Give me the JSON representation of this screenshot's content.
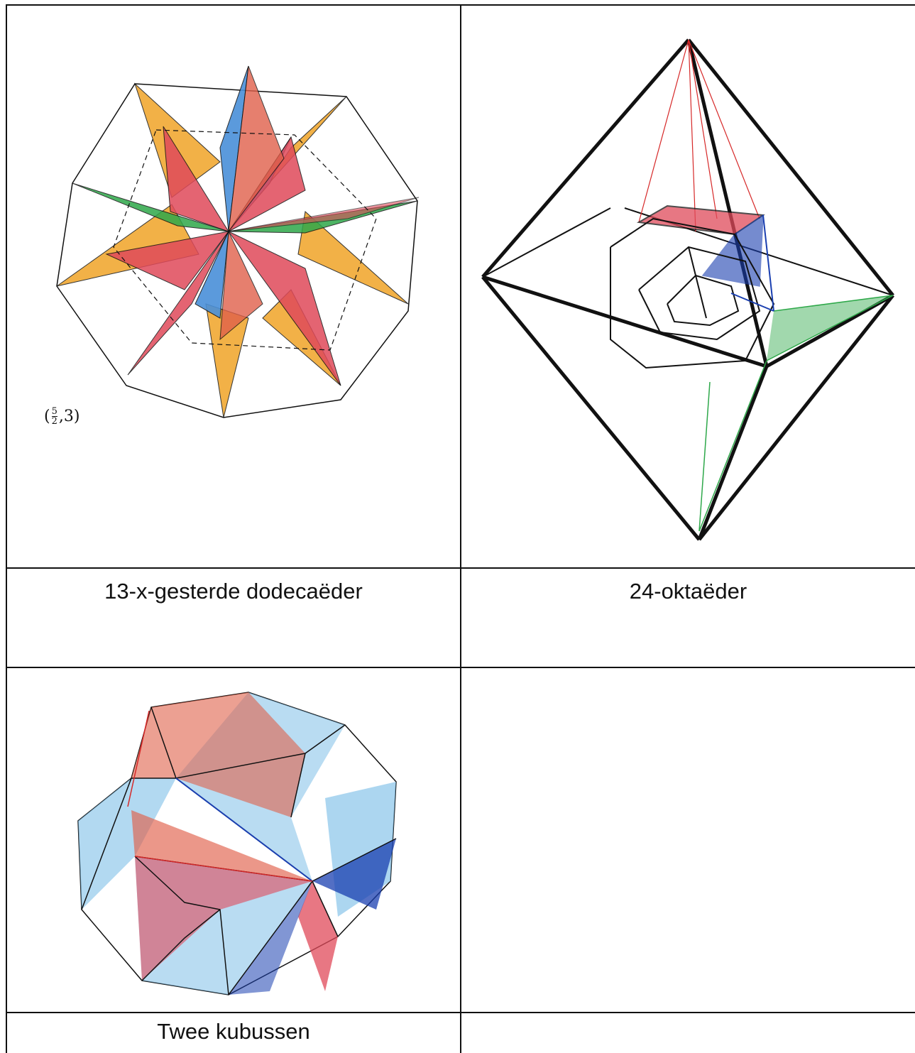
{
  "table": {
    "rows": [
      {
        "cells": [
          {
            "caption": "13-x-gesterde dodecaëder",
            "image": "great-stellated-dodecahedron-drawing",
            "annotation": "(5/2, 3)"
          },
          {
            "caption": "24-oktaëder",
            "image": "octahedron-compound-drawing"
          }
        ]
      },
      {
        "cells": [
          {
            "caption": "Twee kubussen",
            "image": "two-cubes-compound-drawing"
          },
          {
            "caption": "",
            "image": ""
          }
        ]
      }
    ]
  },
  "annotation_fraction": {
    "numerator": "5",
    "denominator": "2",
    "second": "3"
  },
  "colors": {
    "orange": "#f0a428",
    "blue": "#4a90d9",
    "red": "#e04a5a",
    "green": "#2ea84a",
    "salmon": "#e0604a",
    "lightblue": "#7fc0e8",
    "darkblue": "#1a3fb0",
    "ink": "#111111"
  }
}
